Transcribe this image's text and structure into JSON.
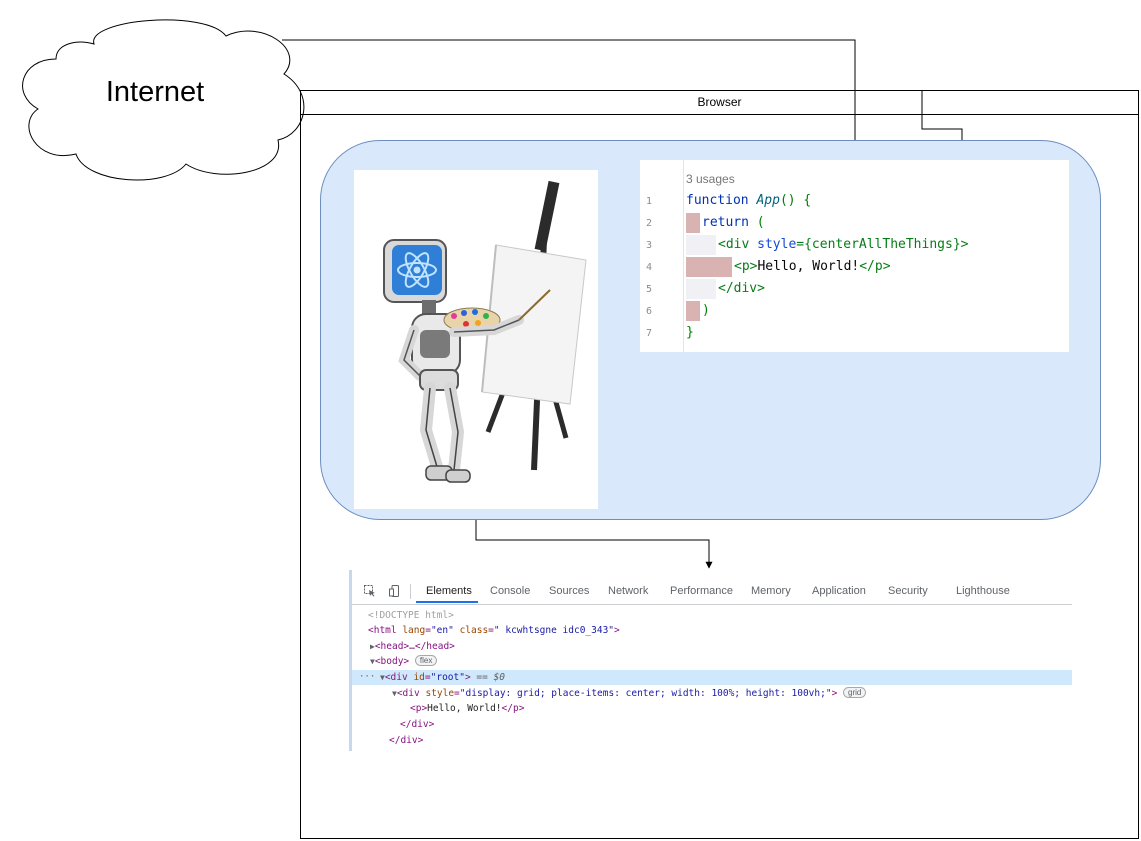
{
  "cloud": {
    "label": "Internet"
  },
  "browser": {
    "title": "Browser"
  },
  "editor": {
    "usages": "3 usages",
    "line_numbers": [
      "1",
      "2",
      "3",
      "4",
      "5",
      "6",
      "7"
    ],
    "lines": {
      "l1": {
        "kw": "function",
        "fn": "App",
        "rest": "() {"
      },
      "l2": {
        "kw": "return",
        "rest": " ("
      },
      "l3": {
        "open": "<div",
        "attr": " style",
        "eq": "=",
        "expr": "{centerAllTheThings}",
        "close": ">"
      },
      "l4": {
        "open": "<p>",
        "text": "Hello, World!",
        "close": "</p>"
      },
      "l5": {
        "tag": "</div>"
      },
      "l6": {
        "text": ")"
      },
      "l7": {
        "text": "}"
      }
    }
  },
  "devtools": {
    "tabs": [
      "Elements",
      "Console",
      "Sources",
      "Network",
      "Performance",
      "Memory",
      "Application",
      "Security",
      "Lighthouse"
    ],
    "active_tab": "Elements",
    "dom": {
      "doctype": "<!DOCTYPE html>",
      "html_open": "<html",
      "html_lang_attr": " lang",
      "html_lang_val": "\"en\"",
      "html_class_attr": " class",
      "html_class_val": "\" kcwhtsgne idc0_343\"",
      "html_close": ">",
      "head": "<head>…</head>",
      "body": "<body>",
      "body_badge": "flex",
      "root_open": "<div",
      "root_id_attr": " id",
      "root_id_val": "\"root\"",
      "root_close": ">",
      "root_ref": " == $0",
      "root_dots": "···",
      "grid_open": "<div",
      "grid_style_attr": " style",
      "grid_style_val": "\"display: grid; place-items: center; width: 100%; height: 100vh;\"",
      "grid_close": ">",
      "grid_badge": "grid",
      "p_open": "<p>",
      "p_text": "Hello, World!",
      "p_close": "</p>",
      "div_close_inner": "</div>",
      "div_close_outer": "</div>"
    }
  },
  "colors": {
    "viewport_fill": "#dae8fc",
    "viewport_stroke": "#6c8ebf",
    "react_blue": "#2f7fd6",
    "active_tab_underline": "#1a73e8"
  },
  "icons": [
    "cloud-shape",
    "react-logo-icon",
    "robot-painter-illustration",
    "inspect-element-icon",
    "device-toolbar-icon"
  ]
}
